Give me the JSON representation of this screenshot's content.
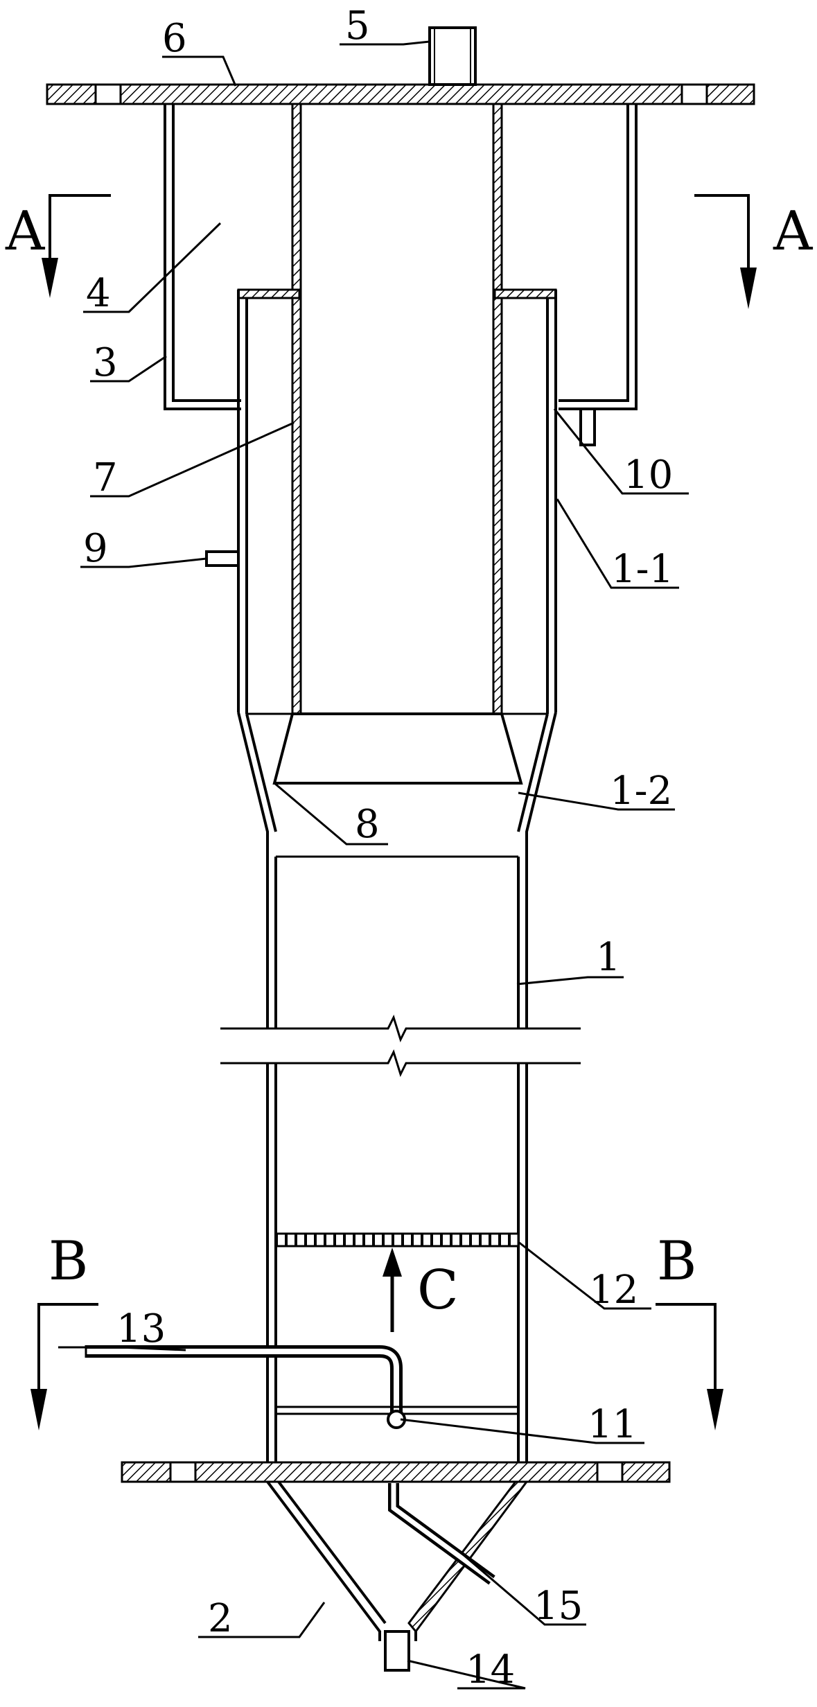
{
  "labels": {
    "n1": "1",
    "n1_1": "1-1",
    "n1_2": "1-2",
    "n2": "2",
    "n3": "3",
    "n4": "4",
    "n5": "5",
    "n6": "6",
    "n7": "7",
    "n8": "8",
    "n9": "9",
    "n10": "10",
    "n11": "11",
    "n12": "12",
    "n13": "13",
    "n14": "14",
    "n15": "15"
  },
  "section_marks": {
    "a_left": "A",
    "a_right": "A",
    "b_left": "B",
    "b_right": "B",
    "flow": "C"
  },
  "colors": {
    "ink": "#000000",
    "paper": "#ffffff"
  }
}
